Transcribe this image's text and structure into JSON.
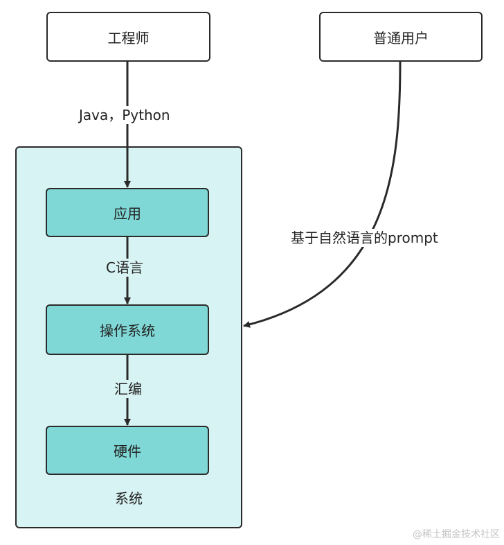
{
  "actors": {
    "engineer": "工程师",
    "ordinary_user": "普通用户"
  },
  "system": {
    "container_label": "系统",
    "layers": {
      "application": "应用",
      "operating_system": "操作系统",
      "hardware": "硬件"
    }
  },
  "edges": {
    "engineer_to_application": "Java，Python",
    "application_to_os": "C语言",
    "os_to_hardware": "汇编",
    "user_to_system": "基于自然语言的prompt"
  },
  "watermark": "@稀土掘金技术社区",
  "colors": {
    "layer_fill": "#7fd8d6",
    "container_fill": "#d8f3f3",
    "stroke": "#2a2a2a"
  }
}
